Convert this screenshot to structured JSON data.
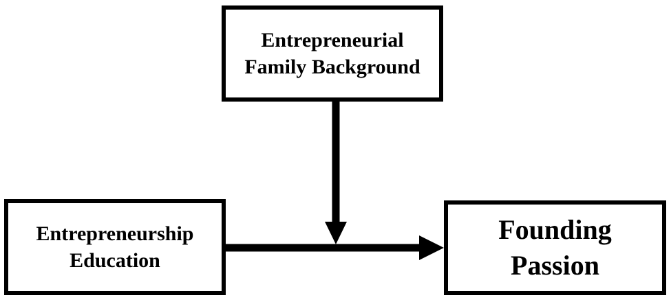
{
  "diagram": {
    "moderator": {
      "line1": "Entrepreneurial",
      "line2": "Family Background"
    },
    "independent": {
      "line1": "Entrepreneurship",
      "line2": "Education"
    },
    "dependent": {
      "line1": "Founding",
      "line2": "Passion"
    },
    "colors": {
      "stroke": "#000000",
      "background": "#ffffff"
    }
  }
}
